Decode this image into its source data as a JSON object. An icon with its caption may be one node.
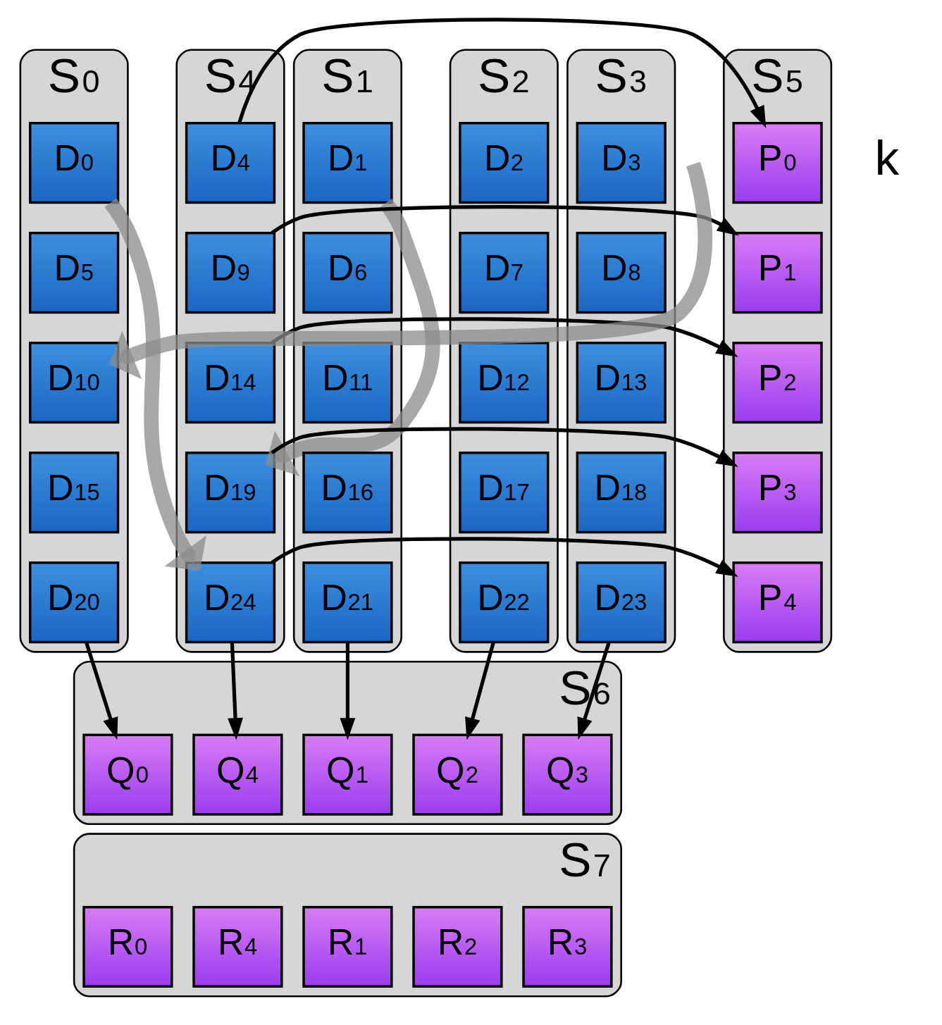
{
  "diagram": {
    "nodes": [
      {
        "text": [
          "S0"
        ]
      },
      {
        "text": [
          "S1"
        ]
      },
      {
        "text": [
          "S2"
        ]
      },
      {
        "text": [
          "S3"
        ]
      },
      {
        "text": [
          "S4"
        ]
      },
      {
        "text": [
          "S5"
        ]
      },
      {
        "text": [
          "D0"
        ],
        "in": 0
      },
      {
        "text": [
          "D1"
        ],
        "in": 1
      },
      {
        "text": [
          "D2"
        ],
        "in": 2
      },
      {
        "text": [
          "D3"
        ],
        "in": 3
      },
      {
        "text": [
          "D4"
        ],
        "in": 4
      },
      {
        "text": [
          "D5"
        ],
        "in": 0
      },
      {
        "text": [
          "D6"
        ],
        "in": 1
      },
      {
        "text": [
          "D7"
        ],
        "in": 2
      },
      {
        "text": [
          "D8"
        ],
        "in": 3
      },
      {
        "text": [
          "D9"
        ],
        "in": 4
      },
      {
        "text": [
          "D10"
        ],
        "in": 0
      },
      {
        "text": [
          "D11"
        ],
        "in": 1
      },
      {
        "text": [
          "D12"
        ],
        "in": 2
      },
      {
        "text": [
          "D13"
        ],
        "in": 3
      },
      {
        "text": [
          "D14"
        ],
        "in": 4
      },
      {
        "text": [
          "D15"
        ],
        "in": 0
      },
      {
        "text": [
          "D16"
        ],
        "in": 1
      },
      {
        "text": [
          "D17"
        ],
        "in": 2
      },
      {
        "text": [
          "D18"
        ],
        "in": 3
      },
      {
        "text": [
          "D19"
        ],
        "in": 4
      },
      {
        "text": [
          "D20"
        ],
        "in": 0
      },
      {
        "text": [
          "D21"
        ],
        "in": 1
      },
      {
        "text": [
          "D22"
        ],
        "in": 2
      },
      {
        "text": [
          "D23"
        ],
        "in": 3
      },
      {
        "text": [
          "D24"
        ],
        "in": 4
      },
      {
        "text": [
          "P0"
        ],
        "in": 5
      },
      {
        "text": [
          "P1"
        ],
        "in": 5
      },
      {
        "text": [
          "P2"
        ],
        "in": 5
      },
      {
        "text": [
          "P3"
        ],
        "in": 5
      },
      {
        "text": [
          "P4"
        ],
        "in": 5
      },
      {
        "text": [
          "S6"
        ]
      },
      {
        "text": [
          "Q0"
        ],
        "in": 36
      },
      {
        "text": [
          "Q1"
        ],
        "in": 36
      },
      {
        "text": [
          "Q2"
        ],
        "in": 36
      },
      {
        "text": [
          "Q3"
        ],
        "in": 36
      },
      {
        "text": [
          "Q4"
        ],
        "in": 36
      },
      {
        "text": [
          "S7"
        ]
      },
      {
        "text": [
          "R0"
        ],
        "in": 42
      },
      {
        "text": [
          "R1"
        ],
        "in": 42
      },
      {
        "text": [
          "R2"
        ],
        "in": 42
      },
      {
        "text": [
          "R3"
        ],
        "in": 42
      },
      {
        "text": [
          "R4"
        ],
        "in": 42
      }
    ],
    "edges": [
      {
        "from": 10,
        "to": 31,
        "arrow": "to"
      },
      {
        "from": 15,
        "to": 32,
        "arrow": "to"
      },
      {
        "from": 20,
        "to": 33,
        "arrow": "to"
      },
      {
        "from": 25,
        "to": 34,
        "arrow": "to"
      },
      {
        "from": 30,
        "to": 35,
        "arrow": "to"
      },
      {
        "from": 26,
        "to": 37,
        "arrow": "to"
      },
      {
        "from": 27,
        "to": 38,
        "arrow": "to"
      },
      {
        "from": 28,
        "to": 39,
        "arrow": "to"
      },
      {
        "from": 29,
        "to": 40,
        "arrow": "to"
      },
      {
        "from": 30,
        "to": 41,
        "arrow": "to"
      },
      {
        "from": 6,
        "to": 30,
        "arrow": "to",
        "style": "thick",
        "color": "#8c8c8c"
      },
      {
        "from": 7,
        "to": 25,
        "arrow": "to",
        "style": "thick",
        "color": "#8c8c8c"
      },
      {
        "from": null,
        "to": 16,
        "arrow": "to",
        "style": "thick",
        "color": "#8c8c8c"
      }
    ],
    "labels": [
      "k"
    ]
  }
}
